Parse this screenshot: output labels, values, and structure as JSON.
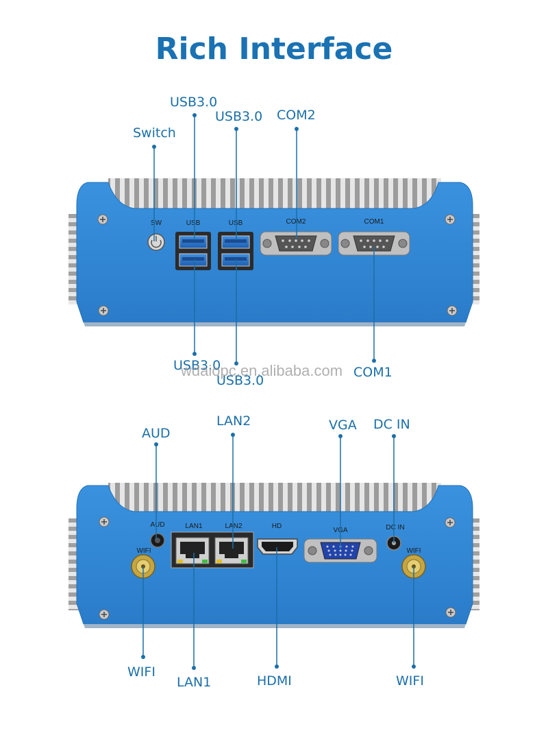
{
  "title": "Rich Interface",
  "watermark": "wdaiopc.en.alibaba.com",
  "top_panel": {
    "callouts": {
      "usb_top_1": "USB3.0",
      "usb_top_2": "USB3.0",
      "switch": "Switch",
      "com2": "COM2",
      "usb_bottom_1": "USB3.0",
      "usb_bottom_2": "USB3.0",
      "com1": "COM1"
    },
    "printed": {
      "sw": "SW",
      "usb1": "USB",
      "usb2": "USB",
      "com2": "COM2",
      "com1": "COM1"
    }
  },
  "bottom_panel": {
    "callouts": {
      "aud": "AUD",
      "lan2": "LAN2",
      "vga": "VGA",
      "dcin": "DC IN",
      "wifi_left": "WIFI",
      "lan1": "LAN1",
      "hdmi": "HDMI",
      "wifi_right": "WIFI"
    },
    "printed": {
      "aud": "AUD",
      "lan1": "LAN1",
      "lan2": "LAN2",
      "hd": "HD",
      "vga": "VGA",
      "dcin": "DC IN",
      "wifi1": "WIFI",
      "wifi2": "WIFI"
    }
  },
  "colors": {
    "title": "#1a72b3",
    "panel": "#2f86d6",
    "callout": "#1b6fa8",
    "fins": "#c8c8c8"
  }
}
